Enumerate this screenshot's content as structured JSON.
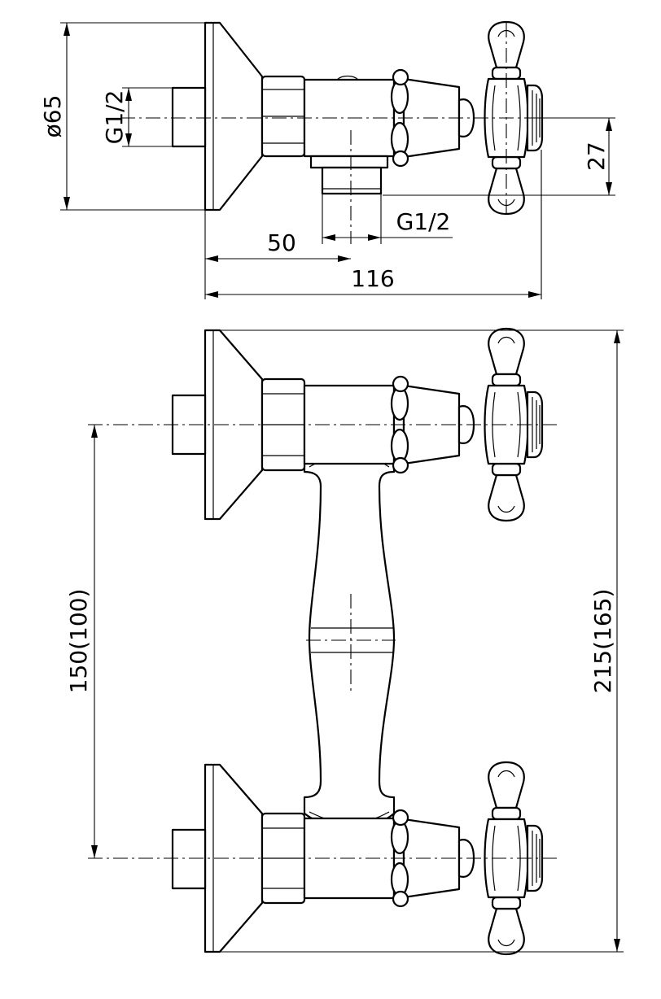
{
  "dimensions": {
    "diameter_65": "ø65",
    "thread_inlet": "G1/2",
    "thread_outlet": "G1/2",
    "offset_27": "27",
    "depth_50": "50",
    "depth_116": "116",
    "spacing_150": "150(100)",
    "height_215": "215(165)"
  },
  "colors": {
    "line": "#000000",
    "background": "#ffffff"
  }
}
